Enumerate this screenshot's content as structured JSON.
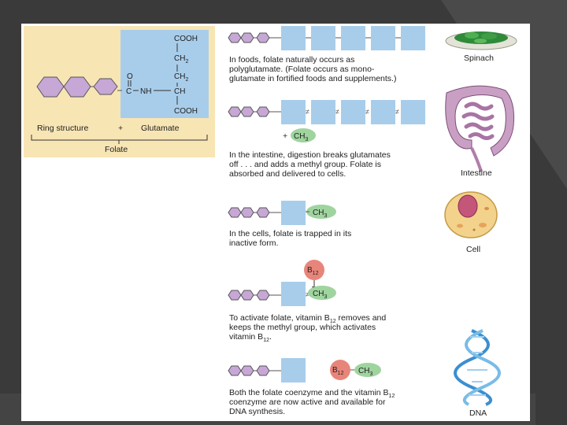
{
  "colors": {
    "background": "#3a3a3a",
    "slide": "#ffffff",
    "folate_panel": "#f8e5b4",
    "glutamate_box": "#a8cdea",
    "ring": "#c7a7d6",
    "methyl": "#9fd49f",
    "b12": "#e8857a"
  },
  "structure": {
    "cooh_top": "COOH",
    "ch2_a": "CH",
    "ch2_a_sub": "2",
    "ch2_b": "CH",
    "ch2_b_sub": "2",
    "o": "O",
    "c": "C",
    "nh": "NH",
    "ch": "CH",
    "cooh_bottom": "COOH",
    "ring_label": "Ring structure",
    "plus": "+",
    "glutamate_label": "Glutamate",
    "folate_label": "Folate"
  },
  "steps": {
    "foods": {
      "line1": "In foods, folate naturally occurs as",
      "line2": "polyglutamate. (Folate occurs as mono-",
      "line3": "glutamate in fortified foods and supplements.)"
    },
    "intestine": {
      "line1": "In the intestine, digestion breaks glutamates",
      "line2": "off . . .  and adds a methyl group. Folate is",
      "line3": "absorbed and delivered to cells."
    },
    "cells": {
      "line1": "In the cells, folate is trapped in its",
      "line2": "inactive form."
    },
    "activate": {
      "line1a": "To activate folate, vitamin B",
      "line1sub": "12",
      "line1b": " removes and",
      "line2": "keeps the methyl group, which activates",
      "line3a": "vitamin B",
      "line3sub": "12",
      "line3b": "."
    },
    "synthesis": {
      "line1a": "Both the folate coenzyme and the vitamin B",
      "line1sub": "12",
      "line2": "coenzyme are now active and available for",
      "line3": "DNA synthesis."
    }
  },
  "molecules": {
    "plus": "+",
    "methyl": "CH",
    "methyl_sub": "3",
    "b12": "B",
    "b12_sub": "12"
  },
  "side_labels": {
    "spinach": "Spinach",
    "intestine": "Intestine",
    "cell": "Cell",
    "dna": "DNA"
  }
}
